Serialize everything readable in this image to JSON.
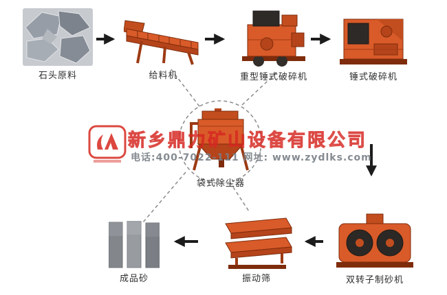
{
  "colors": {
    "machine_orange": "#d95b29",
    "machine_dark_orange": "#b5441b",
    "machine_outline": "#7e2c0c",
    "machine_opening_dark": "#2e2a27",
    "arrow_black": "#1c1c1c",
    "dashed_gray": "#8a8a8a",
    "rock_gray": "#969da6",
    "sand_gray": "#83878c",
    "watermark_red": "#d6281f",
    "watermark_gray": "#787e85"
  },
  "flow": {
    "nodes": {
      "stone": {
        "label": "石头原料"
      },
      "feeder": {
        "label": "给料机"
      },
      "heavy_hammer_crusher": {
        "label": "重型锤式破碎机"
      },
      "hammer_crusher": {
        "label": "锤式破碎机"
      },
      "bag_dust_collector": {
        "label": "袋式除尘器"
      },
      "double_rotor_sand_maker": {
        "label": "双转子制砂机"
      },
      "vibrating_screen": {
        "label": "振动筛"
      },
      "finished_sand": {
        "label": "成品砂"
      }
    }
  },
  "watermark": {
    "company": "新乡鼎力矿山设备有限公司",
    "contact": "电话:400-7022-111 网址: www.zydlks.com"
  }
}
